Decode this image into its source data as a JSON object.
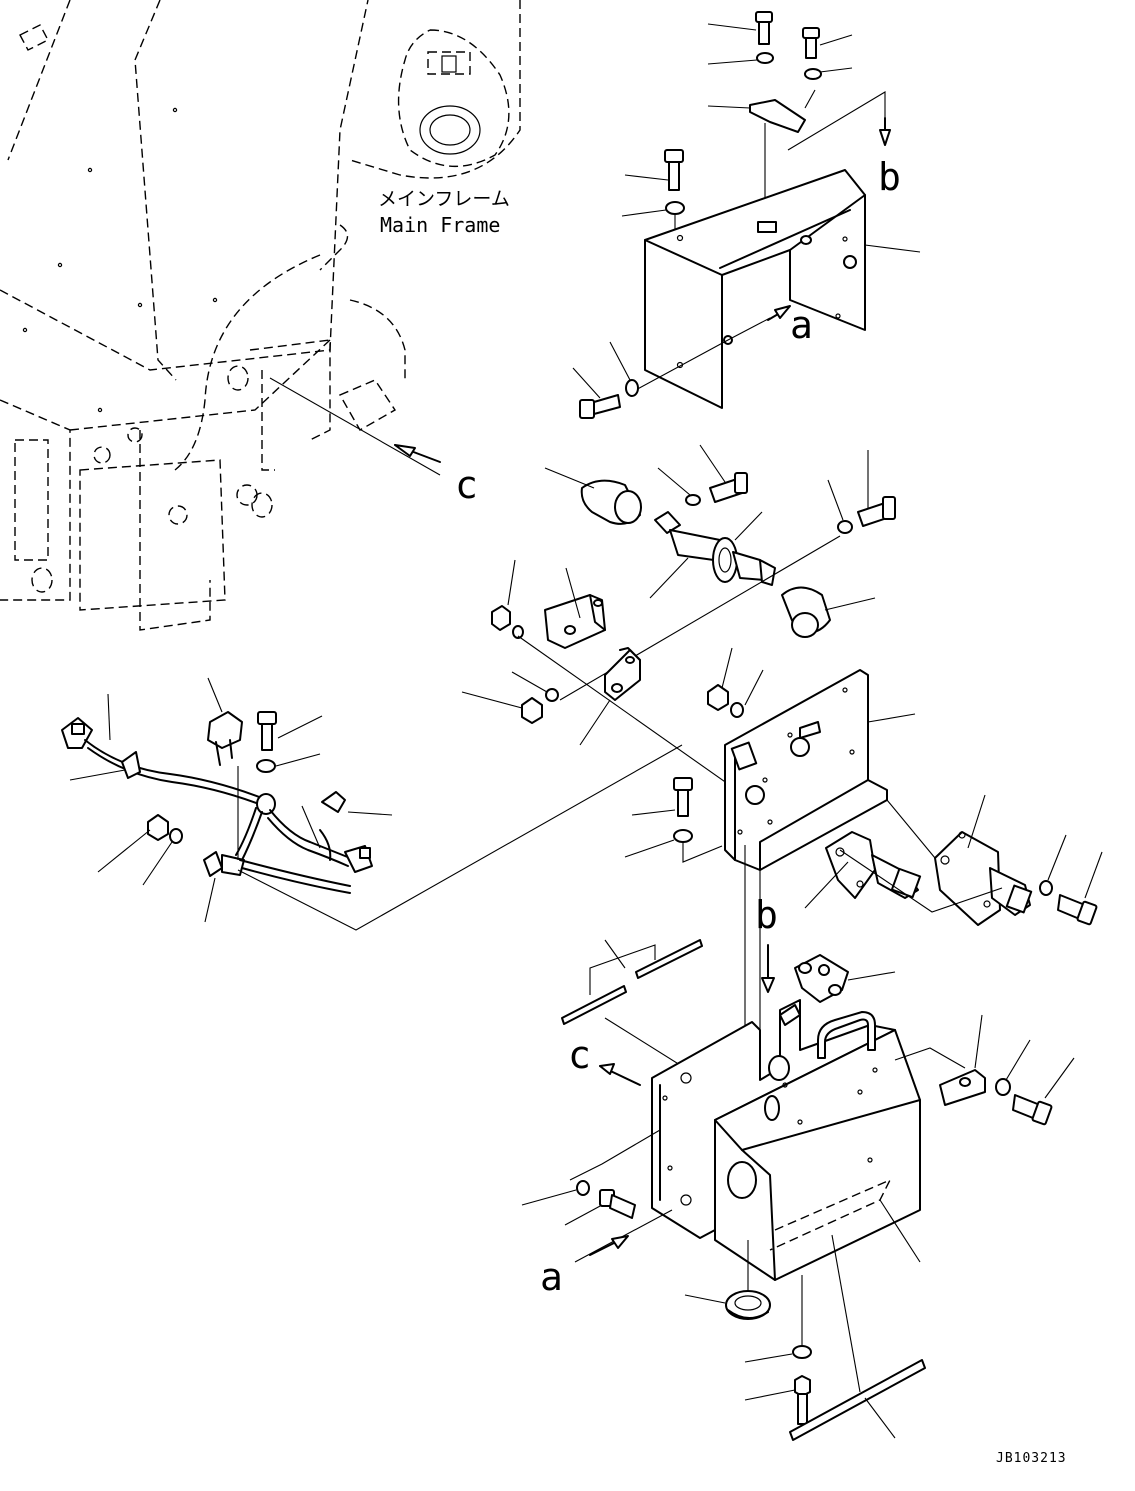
{
  "labels": {
    "main_frame_jp": "メインフレーム",
    "main_frame_en": "Main Frame",
    "ref_a": "a",
    "ref_b": "b",
    "ref_c": "c",
    "drawing_number": "JB103213"
  }
}
